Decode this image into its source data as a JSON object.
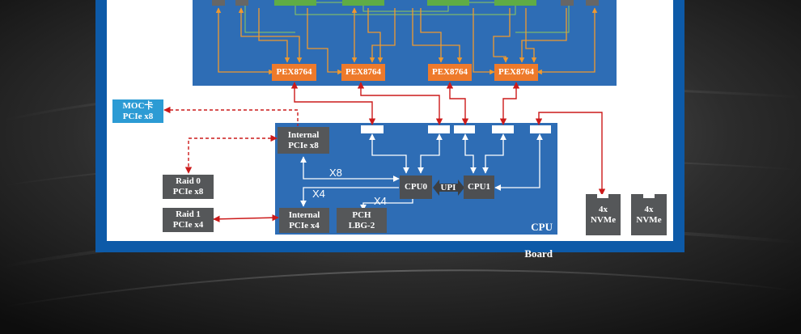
{
  "pex_switches": [
    {
      "label": "PEX8764"
    },
    {
      "label": "PEX8764"
    },
    {
      "label": "PEX8764"
    },
    {
      "label": "PEX8764"
    }
  ],
  "moc": {
    "title": "MOC卡",
    "sub": "PCIe x8"
  },
  "internal_x8": {
    "title": "Internal",
    "sub": "PCIe x8"
  },
  "internal_x4": {
    "title": "Internal",
    "sub": "PCIe x4"
  },
  "raid0": {
    "title": "Raid 0",
    "sub": "PCIe x8"
  },
  "raid1": {
    "title": "Raid 1",
    "sub": "PCIe x4"
  },
  "cpu0": "CPU0",
  "cpu1": "CPU1",
  "upi": "UPI",
  "pch": {
    "title": "PCH",
    "sub": "LBG-2"
  },
  "link_labels": {
    "x8": "X8",
    "x4_left": "X4",
    "x4_pch": "X4"
  },
  "cpu_board": {
    "line1": "CPU",
    "line2": "Board"
  },
  "nvme": [
    {
      "title": "4x",
      "sub": "NVMe"
    },
    {
      "title": "4x",
      "sub": "NVMe"
    }
  ],
  "colors": {
    "frame_blue": "#0d5aa8",
    "board_blue": "#2e6db5",
    "pex_orange": "#ee7a2b",
    "module_green": "#5fac45",
    "link_red": "#cc1a1a",
    "link_orange": "#f0992e",
    "link_green": "#8fc95a",
    "moc_cyan": "#2c9bd4",
    "label_grey": "#555759"
  }
}
